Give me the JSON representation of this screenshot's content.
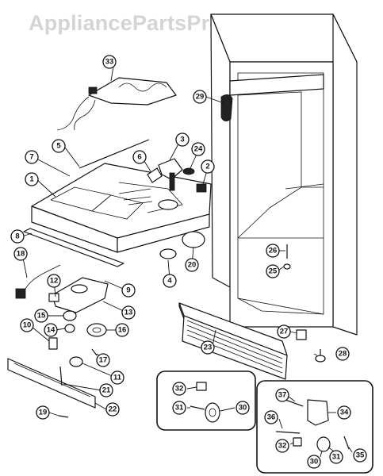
{
  "watermark": "AppliancePartsPros.com",
  "callouts": [
    {
      "id": "c1",
      "label": "1"
    },
    {
      "id": "c2",
      "label": "2"
    },
    {
      "id": "c3",
      "label": "3"
    },
    {
      "id": "c4",
      "label": "4"
    },
    {
      "id": "c5",
      "label": "5"
    },
    {
      "id": "c6",
      "label": "6"
    },
    {
      "id": "c7",
      "label": "7"
    },
    {
      "id": "c8",
      "label": "8"
    },
    {
      "id": "c9",
      "label": "9"
    },
    {
      "id": "c10",
      "label": "10"
    },
    {
      "id": "c11",
      "label": "11"
    },
    {
      "id": "c12",
      "label": "12"
    },
    {
      "id": "c13",
      "label": "13"
    },
    {
      "id": "c14",
      "label": "14"
    },
    {
      "id": "c15",
      "label": "15"
    },
    {
      "id": "c16",
      "label": "16"
    },
    {
      "id": "c17",
      "label": "17"
    },
    {
      "id": "c18",
      "label": "18"
    },
    {
      "id": "c19",
      "label": "19"
    },
    {
      "id": "c20",
      "label": "20"
    },
    {
      "id": "c21",
      "label": "21"
    },
    {
      "id": "c22",
      "label": "22"
    },
    {
      "id": "c23",
      "label": "23"
    },
    {
      "id": "c24",
      "label": "24"
    },
    {
      "id": "c25",
      "label": "25"
    },
    {
      "id": "c26",
      "label": "26"
    },
    {
      "id": "c27",
      "label": "27"
    },
    {
      "id": "c28",
      "label": "28"
    },
    {
      "id": "c29",
      "label": "29"
    },
    {
      "id": "c30a",
      "label": "30"
    },
    {
      "id": "c31a",
      "label": "31"
    },
    {
      "id": "c32a",
      "label": "32"
    },
    {
      "id": "c33",
      "label": "33"
    },
    {
      "id": "c34",
      "label": "34"
    },
    {
      "id": "c35",
      "label": "35"
    },
    {
      "id": "c36",
      "label": "36"
    },
    {
      "id": "c37",
      "label": "37"
    },
    {
      "id": "c32b",
      "label": "32"
    },
    {
      "id": "c30b",
      "label": "30"
    },
    {
      "id": "c31b",
      "label": "31"
    }
  ]
}
